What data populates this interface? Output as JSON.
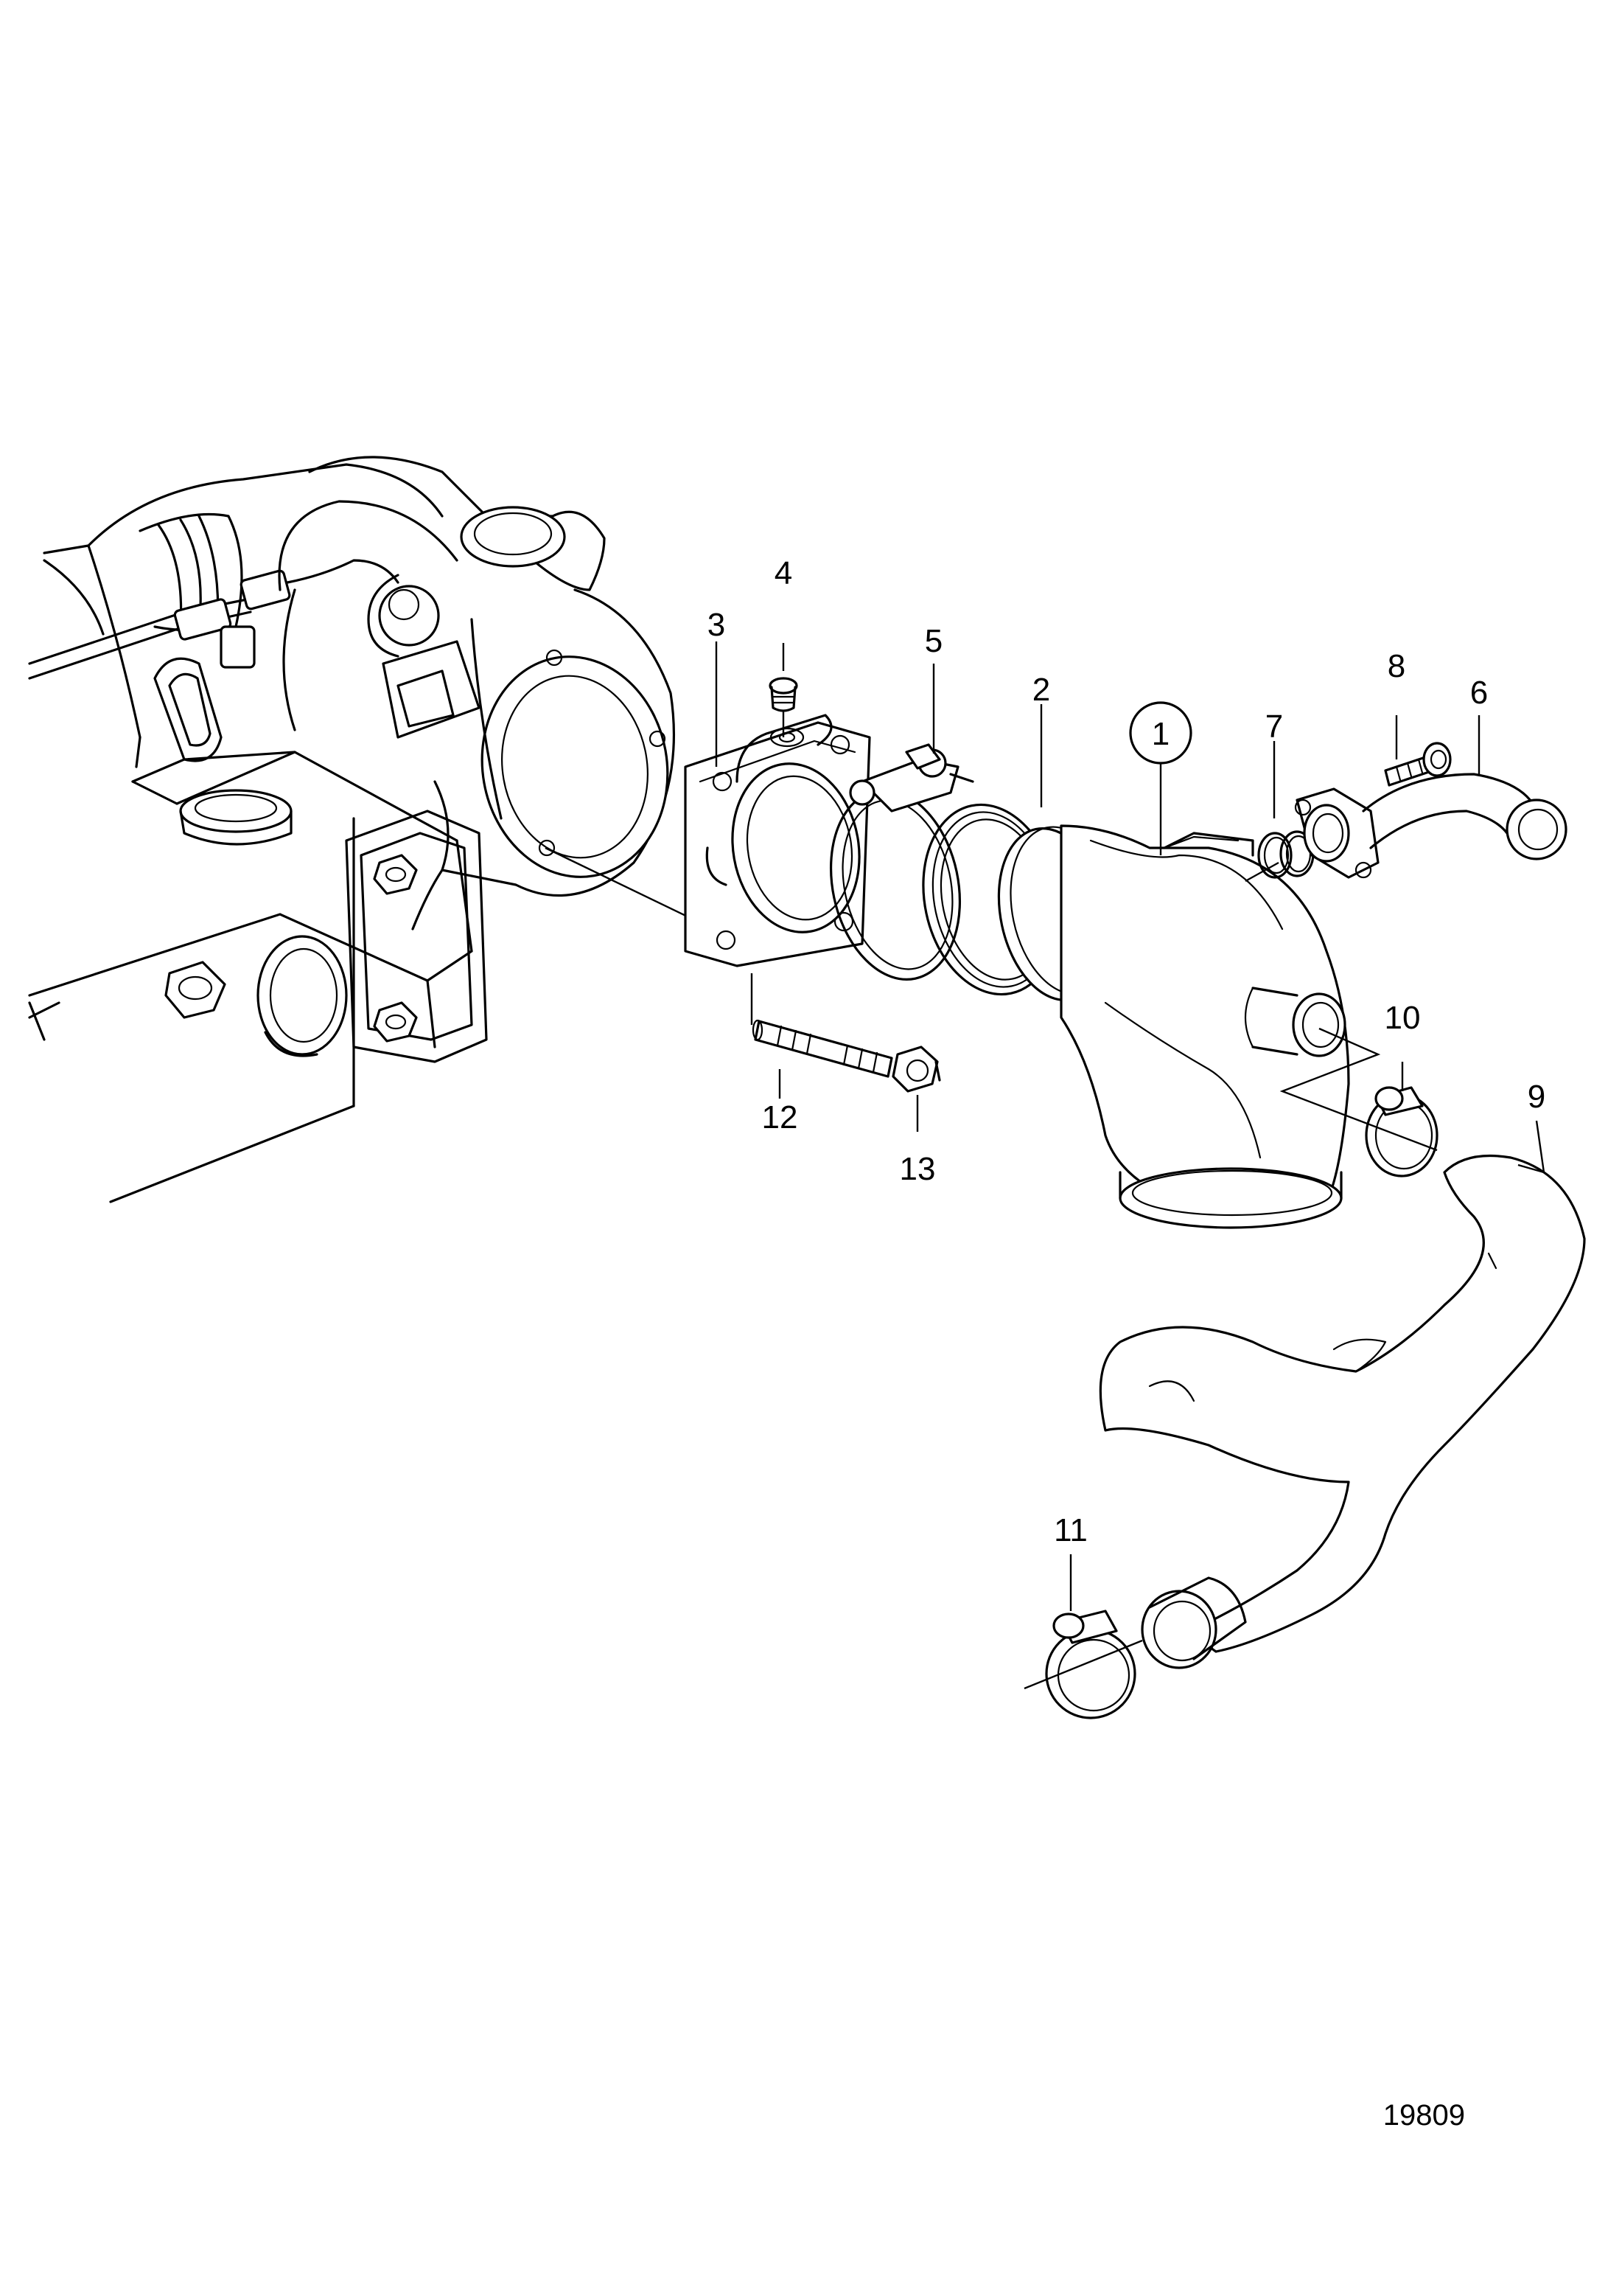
{
  "callouts": {
    "c1": "1",
    "c2": "2",
    "c3": "3",
    "c4": "4",
    "c5": "5",
    "c6": "6",
    "c7": "7",
    "c8": "8",
    "c9": "9",
    "c10": "10",
    "c11": "11",
    "c12": "12",
    "c13": "13"
  },
  "reference_number": "19809"
}
